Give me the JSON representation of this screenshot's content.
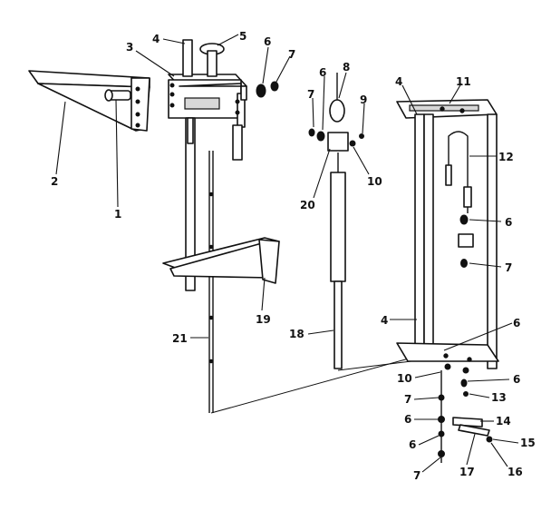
{
  "callouts": {
    "c1": "1",
    "c2": "2",
    "c3": "3",
    "c4a": "4",
    "c4b": "4",
    "c4c": "4",
    "c5": "5",
    "c6a": "6",
    "c6b": "6",
    "c6c": "6",
    "c6d": "6",
    "c6e": "6",
    "c6f": "6",
    "c6g": "6",
    "c7a": "7",
    "c7b": "7",
    "c7c": "7",
    "c7d": "7",
    "c7e": "7",
    "c8": "8",
    "c9": "9",
    "c10a": "10",
    "c10b": "10",
    "c11": "11",
    "c12": "12",
    "c13": "13",
    "c14": "14",
    "c15": "15",
    "c16": "16",
    "c17": "17",
    "c18": "18",
    "c19": "19",
    "c20": "20",
    "c21": "21"
  },
  "colors": {
    "ink": "#111111",
    "paper": "#ffffff"
  }
}
